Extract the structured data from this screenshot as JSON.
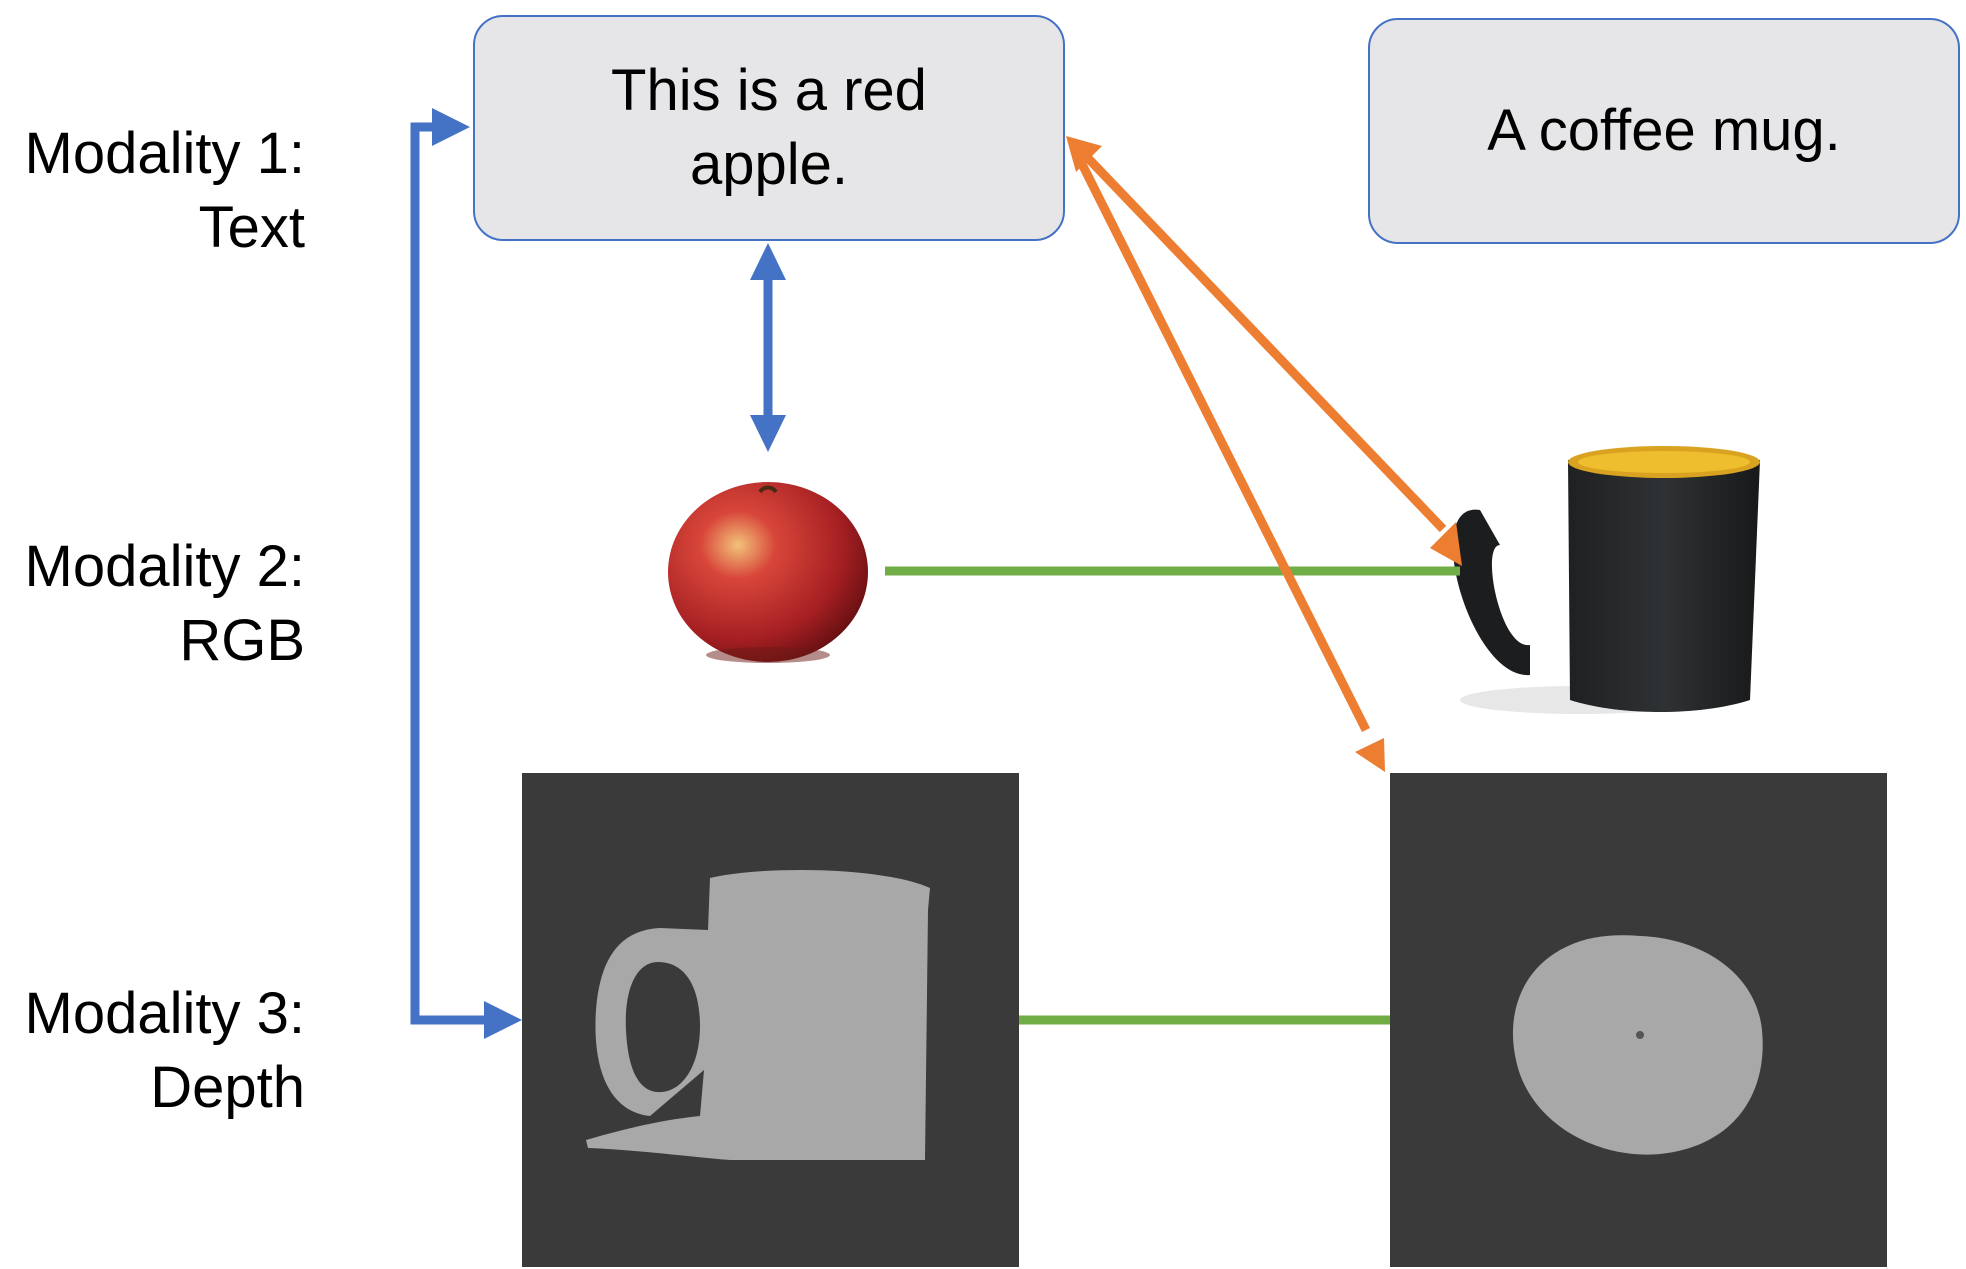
{
  "modalities": [
    {
      "line1": "Modality 1:",
      "line2": "Text"
    },
    {
      "line1": "Modality 2:",
      "line2": "RGB"
    },
    {
      "line1": "Modality 3:",
      "line2": "Depth"
    }
  ],
  "text_boxes": {
    "apple_caption": "This is a red apple.",
    "mug_caption": "A coffee mug."
  },
  "colors": {
    "blue_arrow": "#4472c4",
    "orange_arrow": "#ed7d31",
    "green_link": "#70ad47",
    "box_fill": "#e6e6e8",
    "depth_background": "#3a3a3a",
    "depth_object": "#a8a8a8"
  },
  "pictures": {
    "apple_rgb": "red-apple-photo",
    "mug_rgb": "black-coffee-mug-photo",
    "mug_depth": "mug-depth-map",
    "apple_depth": "apple-depth-map"
  }
}
